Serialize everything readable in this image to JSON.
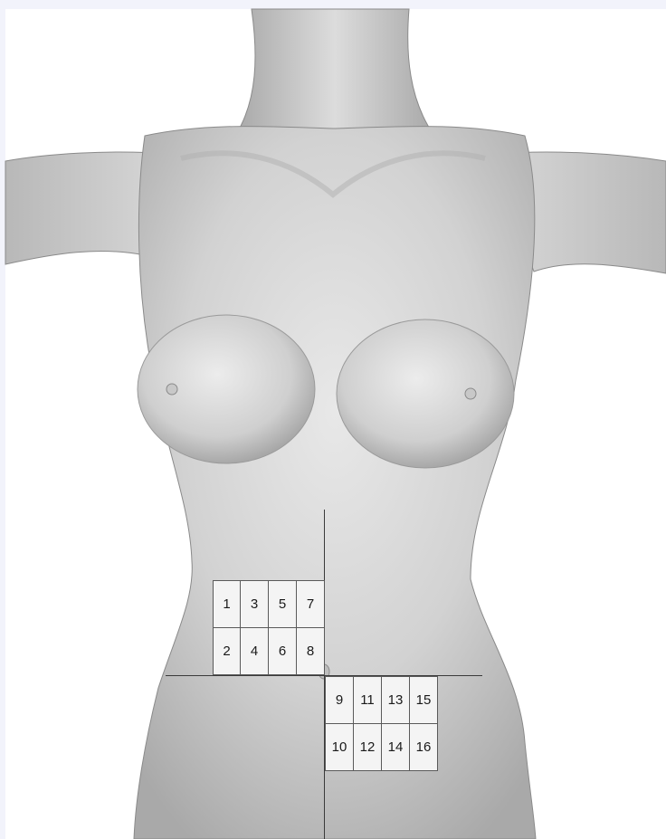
{
  "colors": {
    "background": "#f2f3fb",
    "body_light": "#e6e6e6",
    "body_mid": "#c9c9c9",
    "body_dark": "#9a9a9a",
    "grid_fill": "#f4f4f4",
    "grid_line": "#5a5a5a",
    "axis_line": "#3a3a3a"
  },
  "figure": {
    "subject": "torso-3d-model-front",
    "icon": "torso-figure"
  },
  "upper_left_grid": {
    "cells": [
      "1",
      "3",
      "5",
      "7",
      "2",
      "4",
      "6",
      "8"
    ]
  },
  "lower_right_grid": {
    "cells": [
      "9",
      "11",
      "13",
      "15",
      "10",
      "12",
      "14",
      "16"
    ]
  }
}
